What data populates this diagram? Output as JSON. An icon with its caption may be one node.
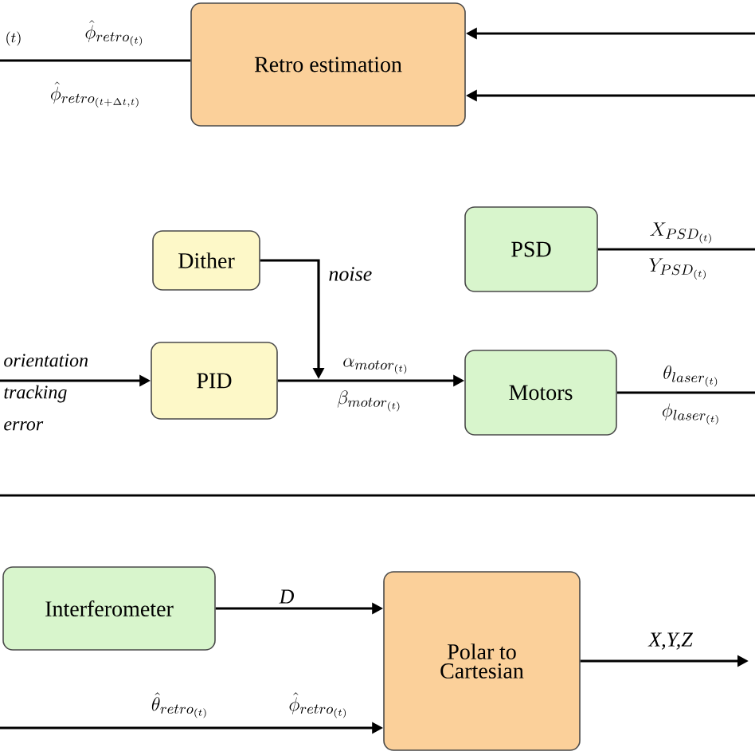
{
  "diagram": {
    "nodes": [
      {
        "text": [
          "Retro estimation"
        ]
      },
      {
        "text": [
          "Dither"
        ]
      },
      {
        "text": [
          "PSD"
        ]
      },
      {
        "text": [
          "PID"
        ]
      },
      {
        "text": [
          "Motors"
        ]
      },
      {
        "text": [
          "Interferometer"
        ]
      },
      {
        "text": [
          "Polar to Cartesian"
        ]
      }
    ],
    "edges": [
      {
        "from": 0,
        "to": null,
        "arrow": "none",
        "label": "\\hat{\\phi}_{retro_{(t)}}"
      },
      {
        "from": null,
        "to": 0,
        "arrow": "to"
      },
      {
        "from": null,
        "to": 0,
        "arrow": "to"
      },
      {
        "from": 1,
        "to": null,
        "arrow": "to",
        "label": "noise"
      },
      {
        "from": 3,
        "to": 4,
        "arrow": "to",
        "label": "\\alpha_{motor_{(t)}}"
      },
      {
        "from": null,
        "to": 3,
        "arrow": "to",
        "label": "orientation tracking error"
      },
      {
        "from": 2,
        "to": null,
        "arrow": "none",
        "label": "X_{PSD_{(t)}}"
      },
      {
        "from": 4,
        "to": null,
        "arrow": "none",
        "label": "\\theta_{laser_{(t)}}"
      },
      {
        "from": 5,
        "to": 6,
        "arrow": "to",
        "label": "D"
      },
      {
        "from": null,
        "to": 6,
        "arrow": "to",
        "label": "\\hat{\\theta}_{retro_{(t)}}"
      },
      {
        "from": 6,
        "to": null,
        "arrow": "to",
        "label": "X,Y,Z"
      }
    ],
    "labels": [
      "(t)",
      "\\hat{\\phi}_{retro_{(t+\\Delta t,t)}}",
      "Y_{PSD_{(t)}}",
      "\\beta_{motor_{(t)}}",
      "\\phi_{laser_{(t)}}",
      "\\hat{\\phi}_{retro_{(t)}}"
    ]
  }
}
